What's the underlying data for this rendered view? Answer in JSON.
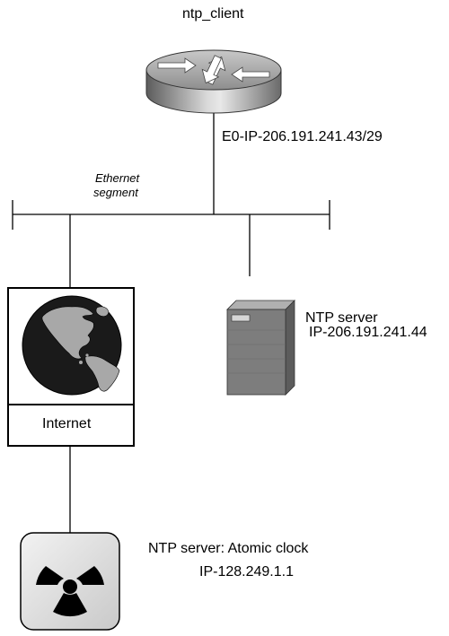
{
  "router": {
    "name": "ntp_client",
    "interface": "E0-IP-206.191.241.43/29"
  },
  "segment": {
    "label_line1": "Ethernet",
    "label_line2": "segment"
  },
  "internet": {
    "label": "Internet"
  },
  "local_server": {
    "title": "NTP server",
    "ip": "IP-206.191.241.44"
  },
  "atomic_server": {
    "title": "NTP server: Atomic clock",
    "ip": "IP-128.249.1.1"
  },
  "icons": {
    "router": "router-icon",
    "globe": "globe-icon",
    "server": "server-tower-icon",
    "atomic": "radiation-icon"
  },
  "colors": {
    "line": "#000000",
    "router_body": "#9a9a9a",
    "server_body": "#7d7d7d",
    "globe_ocean": "#1a1a1a",
    "globe_land": "#a8a8a8",
    "atomic_bg": "#e6e6e6"
  }
}
